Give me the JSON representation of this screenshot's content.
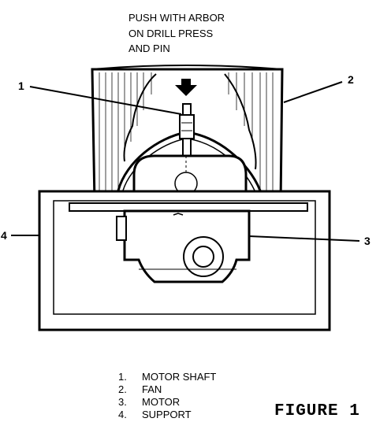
{
  "instruction": [
    "PUSH WITH ARBOR",
    "ON DRILL PRESS",
    "AND PIN"
  ],
  "callouts": [
    "1",
    "2",
    "3",
    "4"
  ],
  "legend": [
    {
      "num": "1.",
      "label": "MOTOR SHAFT"
    },
    {
      "num": "2.",
      "label": "FAN"
    },
    {
      "num": "3.",
      "label": "MOTOR"
    },
    {
      "num": "4.",
      "label": "SUPPORT"
    }
  ],
  "figure_title": "FIGURE 1",
  "colors": {
    "ink": "#000000",
    "paper": "#ffffff"
  }
}
